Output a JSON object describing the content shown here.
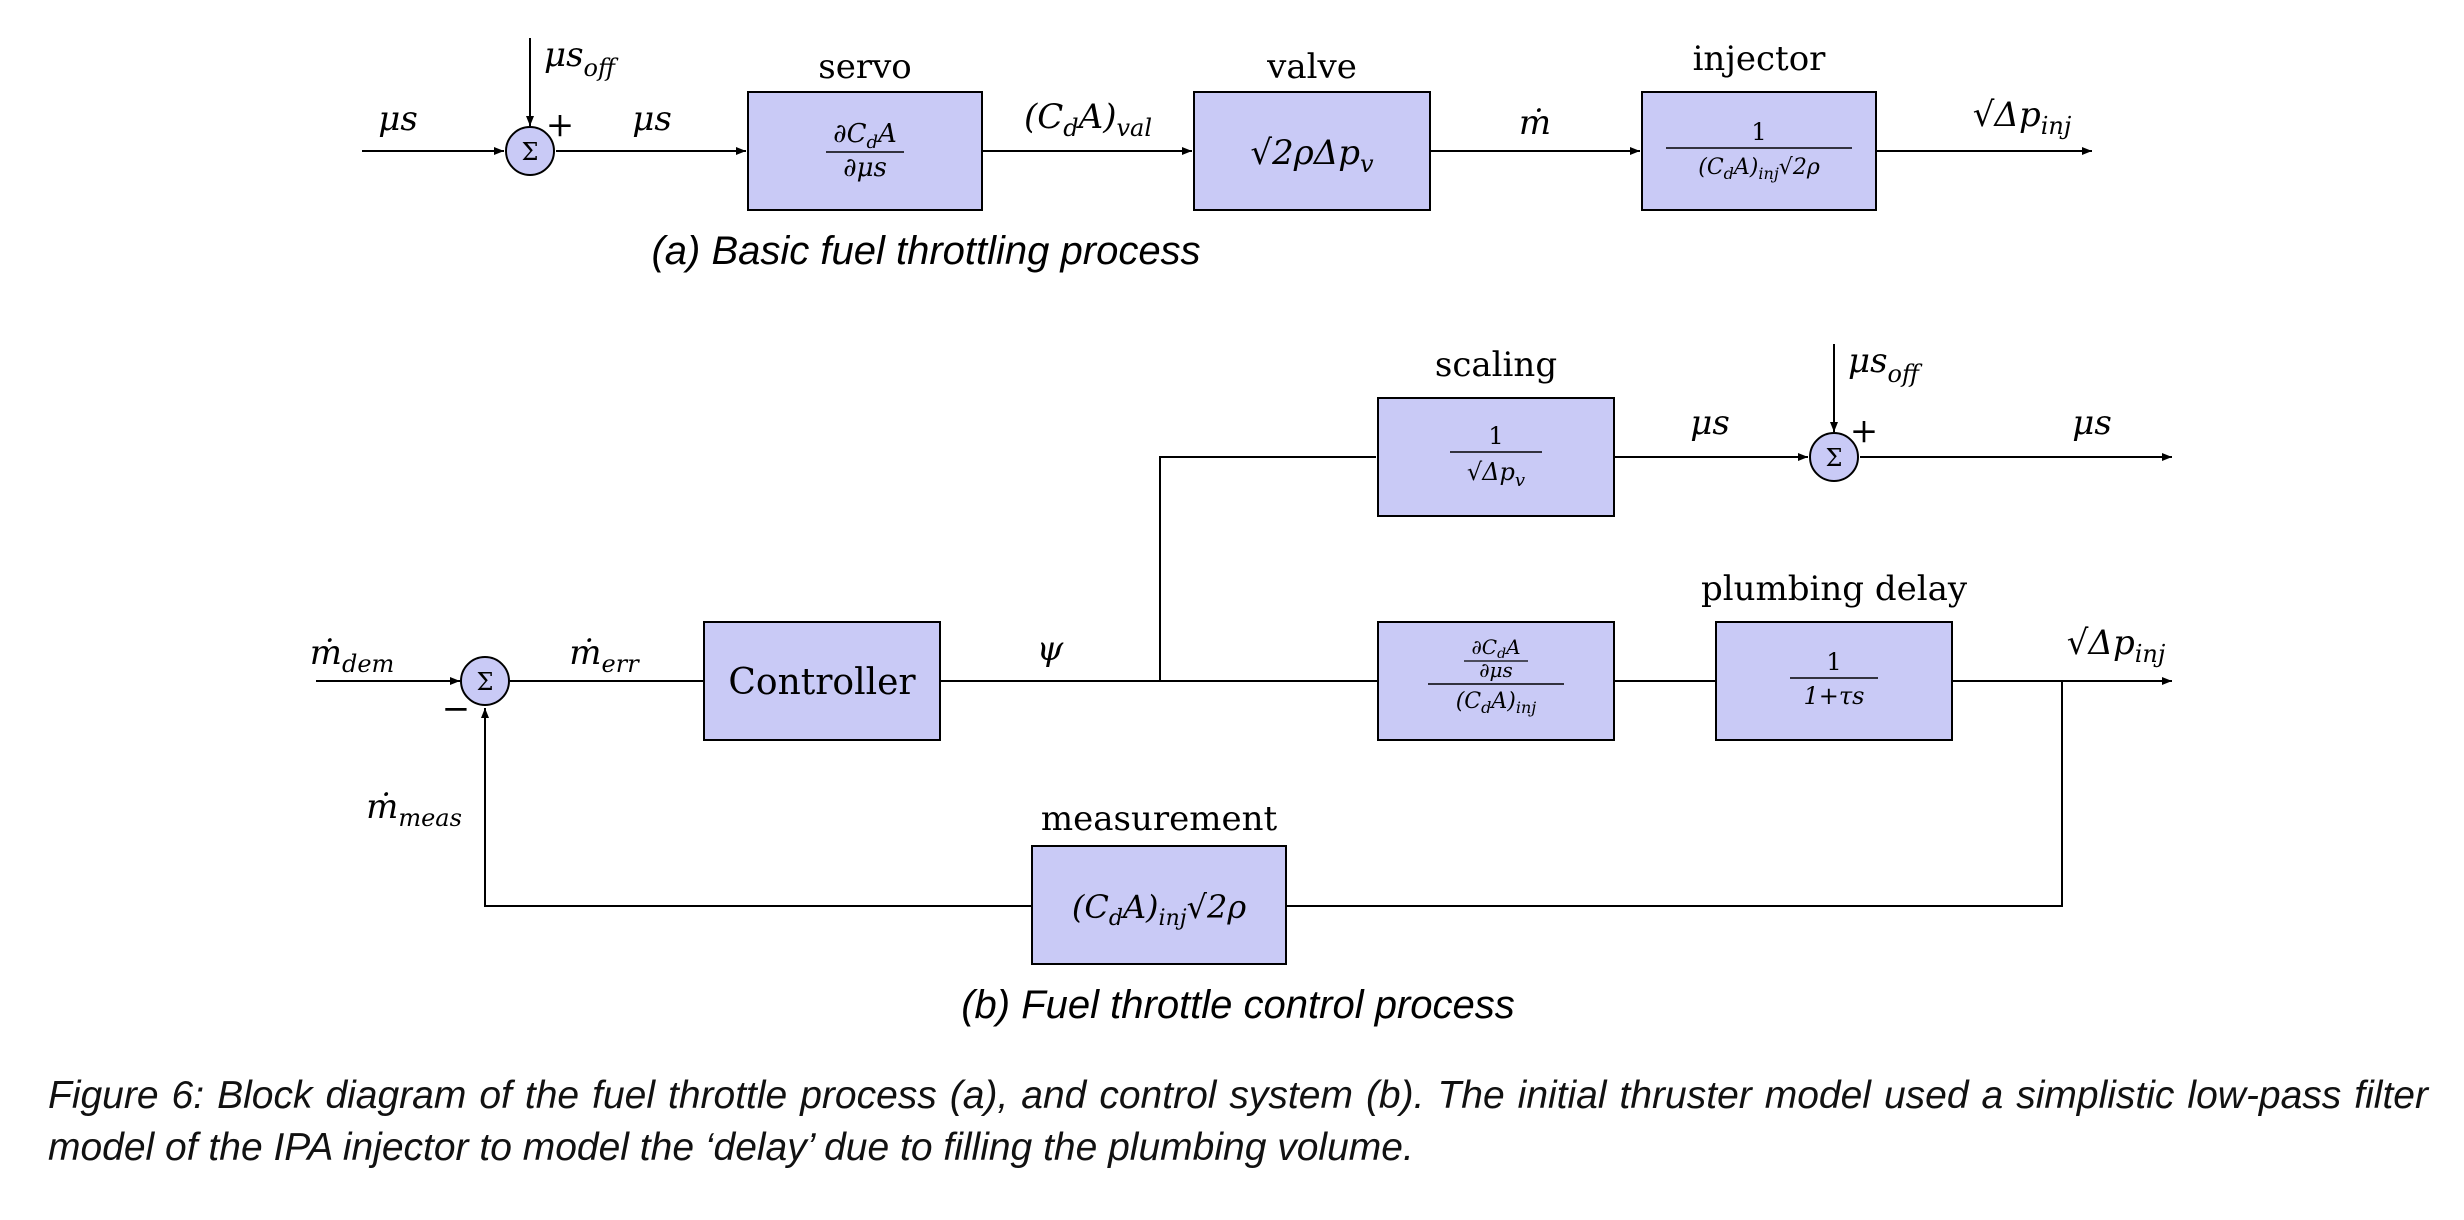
{
  "diagram_a": {
    "caption": "(a) Basic fuel throttling process",
    "input_signal": "μs",
    "offset_signal": "μs",
    "offset_sub": "off",
    "sum_symbol": "Σ",
    "sum_sign_plus": "+",
    "sum_output": "μs",
    "servo": {
      "label": "servo",
      "num": "∂C",
      "num_sub": "d",
      "num_tail": "A",
      "den": "∂μs"
    },
    "servo_output": "(C",
    "servo_output_sub": "d",
    "servo_output_tail": "A)",
    "servo_output_sub2": "val",
    "valve": {
      "label": "valve",
      "expr": "√2ρΔp",
      "expr_sub": "v"
    },
    "valve_output": "ṁ",
    "injector": {
      "label": "injector",
      "num": "1",
      "den": "(C",
      "den_sub": "d",
      "den_tail": "A)",
      "den_sub2": "inj",
      "den_sqrt": "√2ρ"
    },
    "output": "√Δp",
    "output_sub": "inj"
  },
  "diagram_b": {
    "caption": "(b) Fuel throttle control process",
    "input_signal": "ṁ",
    "input_sub": "dem",
    "sum_symbol": "Σ",
    "sum_sign_minus": "−",
    "error_signal": "ṁ",
    "error_sub": "err",
    "controller": {
      "label": "Controller"
    },
    "controller_output": "ψ",
    "scaling": {
      "label": "scaling",
      "num": "1",
      "den": "√Δp",
      "den_sub": "v"
    },
    "scaling_output": "μs",
    "offset_signal": "μs",
    "offset_sub": "off",
    "sum2_symbol": "Σ",
    "sum2_sign_plus": "+",
    "final_output": "μs",
    "gain_block": {
      "num": "∂C",
      "num_sub": "d",
      "num_tail": "A",
      "num_den": "∂μs",
      "den": "(C",
      "den_sub": "d",
      "den_tail": "A)",
      "den_sub2": "inj"
    },
    "plumbing": {
      "label": "plumbing delay",
      "num": "1",
      "den": "1+τs"
    },
    "output": "√Δp",
    "output_sub": "inj",
    "measurement": {
      "label": "measurement",
      "expr": "(C",
      "expr_sub": "d",
      "expr_tail": "A)",
      "expr_sub2": "inj",
      "expr_sqrt": "√2ρ"
    },
    "feedback_signal": "ṁ",
    "feedback_sub": "meas"
  },
  "figure_caption": "Figure 6: Block diagram of the fuel throttle process (a), and control system (b). The initial thruster model used a simplistic low-pass filter model of the IPA injector to model the ‘delay’ due to filling the plumbing volume."
}
